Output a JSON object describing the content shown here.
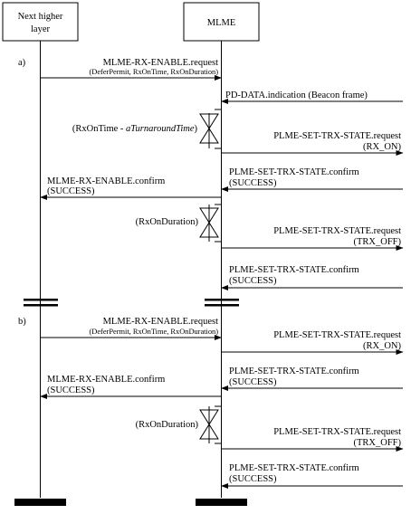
{
  "participants": {
    "left": "Next higher\nlayer",
    "right": "MLME"
  },
  "sections": {
    "a": "a)",
    "b": "b)"
  },
  "messages": {
    "a_request": "MLME-RX-ENABLE.request",
    "a_request_params": "(DeferPermit, RxOnTime, RxOnDuration)",
    "pd_data": "PD-DATA.indication (Beacon frame)",
    "timer_turnaround_prefix": "(RxOnTime - ",
    "timer_turnaround_italic": "aTurnaroundTime",
    "timer_turnaround_suffix": ")",
    "a_set_on": "PLME-SET-TRX-STATE.request",
    "a_set_on_param": "(RX_ON)",
    "a_set_on_confirm": "PLME-SET-TRX-STATE.confirm",
    "a_set_on_confirm_param": "(SUCCESS)",
    "a_rx_confirm": "MLME-RX-ENABLE.confirm",
    "a_rx_confirm_param": "(SUCCESS)",
    "a_timer_duration": "(RxOnDuration)",
    "a_set_off": "PLME-SET-TRX-STATE.request",
    "a_set_off_param": "(TRX_OFF)",
    "a_set_off_confirm": "PLME-SET-TRX-STATE.confirm",
    "a_set_off_confirm_param": "(SUCCESS)",
    "b_request": "MLME-RX-ENABLE.request",
    "b_request_params": "(DeferPermit, RxOnTime, RxOnDuration)",
    "b_set_on": "PLME-SET-TRX-STATE.request",
    "b_set_on_param": "(RX_ON)",
    "b_set_on_confirm": "PLME-SET-TRX-STATE.confirm",
    "b_set_on_confirm_param": "(SUCCESS)",
    "b_rx_confirm": "MLME-RX-ENABLE.confirm",
    "b_rx_confirm_param": "(SUCCESS)",
    "b_timer_duration": "(RxOnDuration)",
    "b_set_off": "PLME-SET-TRX-STATE.request",
    "b_set_off_param": "(TRX_OFF)",
    "b_set_off_confirm": "PLME-SET-TRX-STATE.confirm",
    "b_set_off_confirm_param": "(SUCCESS)"
  }
}
